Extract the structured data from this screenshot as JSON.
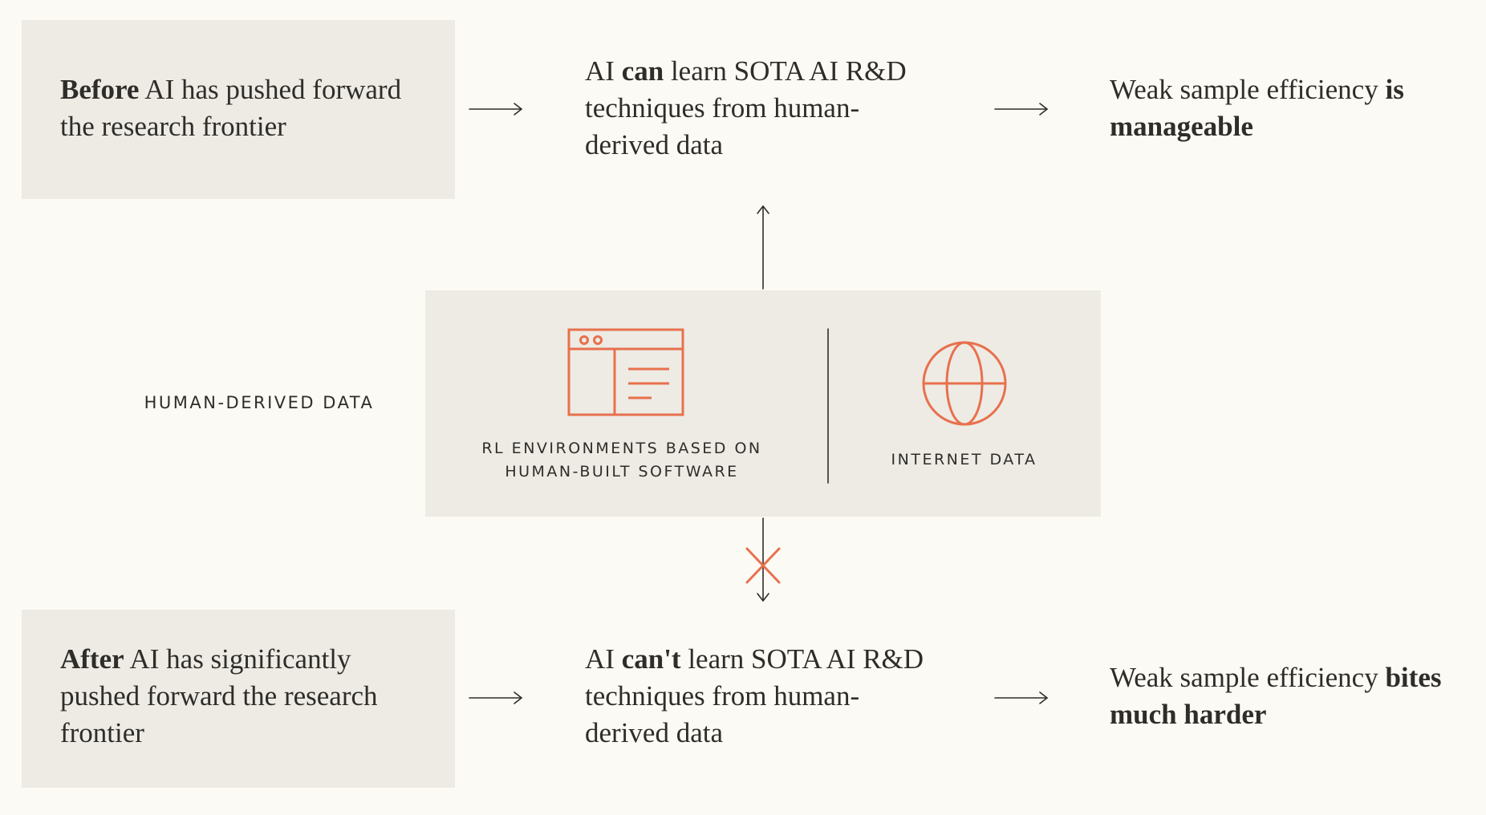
{
  "before": {
    "situation": {
      "bold": "Before",
      "text": " AI has pushed forward the research frontier"
    },
    "learning": {
      "pre": "AI ",
      "bold": "can",
      "post": " learn SOTA AI R&D techniques from human-derived data"
    },
    "outcome": {
      "pre": "Weak sample efficiency ",
      "bold": "is manageable",
      "post": ""
    }
  },
  "after": {
    "situation": {
      "bold": "After",
      "text": " AI has significantly pushed forward the research frontier"
    },
    "learning": {
      "pre": "AI ",
      "bold": "can't",
      "post": " learn SOTA AI R&D techniques from human-derived data"
    },
    "outcome": {
      "pre": "Weak sample efficiency ",
      "bold": "bites much harder",
      "post": ""
    }
  },
  "source": {
    "label": "HUMAN-DERIVED DATA",
    "rl_label_line1": "RL ENVIRONMENTS BASED ON",
    "rl_label_line2": "HUMAN-BUILT SOFTWARE",
    "internet_label": "INTERNET DATA"
  },
  "colors": {
    "background": "#fbfaf4",
    "box": "#edebe4",
    "text": "#2e2d2a",
    "accent": "#e8704d"
  },
  "icons": [
    "browser-window-icon",
    "globe-icon",
    "blocked-x-icon"
  ]
}
